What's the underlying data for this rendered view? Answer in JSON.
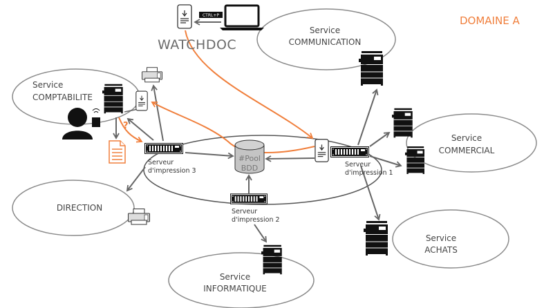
{
  "domain_label": "DOMAINE A",
  "logo_text": "WATCHDOC",
  "shortcut_label": "CTRL+P",
  "database": {
    "line1": "#Pool",
    "line2": "BDD"
  },
  "question_mark": "?",
  "services": {
    "communication": {
      "line1": "Service",
      "line2": "COMMUNICATION"
    },
    "comptabilite": {
      "line1": "Service",
      "line2": "COMPTABILITE"
    },
    "commercial": {
      "line1": "Service",
      "line2": "COMMERCIAL"
    },
    "direction": {
      "line1": "DIRECTION"
    },
    "achats": {
      "line1": "Service",
      "line2": "ACHATS"
    },
    "informatique": {
      "line1": "Service",
      "line2": "INFORMATIQUE"
    }
  },
  "servers": {
    "s1": {
      "line1": "Serveur",
      "line2": "d'impression 1"
    },
    "s2": {
      "line1": "Serveur",
      "line2": "d'impression 2"
    },
    "s3": {
      "line1": "Serveur",
      "line2": "d'impression 3"
    }
  },
  "colors": {
    "accent": "#F07F3C",
    "line": "#666666",
    "ellipse": "#8a8a8a",
    "db": "#c4c4c4"
  }
}
